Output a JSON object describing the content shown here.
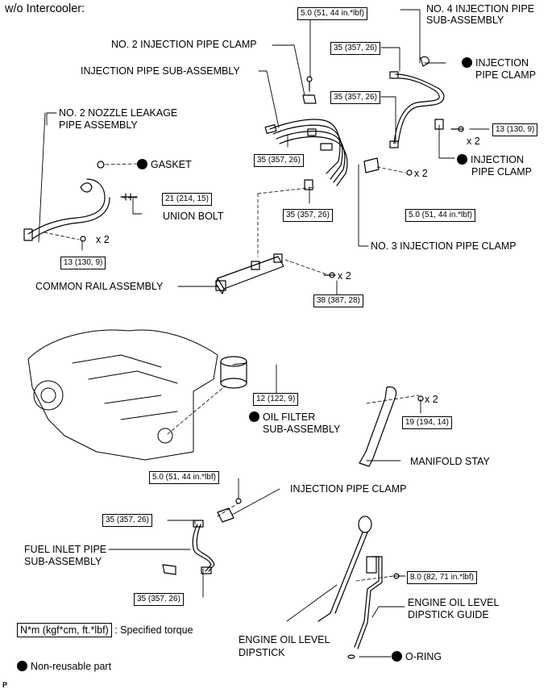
{
  "title": "w/o Intercooler:",
  "labels": {
    "no2_injection_pipe_clamp": "NO. 2 INJECTION PIPE CLAMP",
    "injection_pipe_subassembly": "INJECTION PIPE SUB-ASSEMBLY",
    "no4_injection_pipe_line1": "NO. 4 INJECTION PIPE",
    "no4_injection_pipe_line2": "SUB-ASSEMBLY",
    "injection_pipe_clamp_a_line1": "INJECTION",
    "injection_pipe_clamp_a_line2": "PIPE CLAMP",
    "injection_pipe_clamp_b_line1": "INJECTION",
    "injection_pipe_clamp_b_line2": "PIPE CLAMP",
    "no2_nozzle_leakage_line1": "NO. 2 NOZZLE LEAKAGE",
    "no2_nozzle_leakage_line2": "PIPE ASSEMBLY",
    "gasket": "GASKET",
    "union_bolt": "UNION BOLT",
    "common_rail": "COMMON RAIL ASSEMBLY",
    "no3_injection_pipe_clamp": "NO. 3 INJECTION PIPE CLAMP",
    "oil_filter_line1": "OIL FILTER",
    "oil_filter_line2": "SUB-ASSEMBLY",
    "manifold_stay": "MANIFOLD STAY",
    "injection_pipe_clamp_c": "INJECTION PIPE CLAMP",
    "fuel_inlet_line1": "FUEL INLET PIPE",
    "fuel_inlet_line2": "SUB-ASSEMBLY",
    "dipstick_guide_line1": "ENGINE OIL LEVEL",
    "dipstick_guide_line2": "DIPSTICK GUIDE",
    "dipstick_line1": "ENGINE OIL LEVEL",
    "dipstick_line2": "DIPSTICK",
    "o_ring": "O-RING"
  },
  "quantities": {
    "q1": "x 2",
    "q2": "x 2",
    "q3": "x 2",
    "q4": "x 2",
    "q5": "x 2"
  },
  "torques": {
    "t_clamp_no2": "5.0 (51, 44 in.*lbf)",
    "t_no4_upper": "35 (357, 26)",
    "t_no4_lower": "35 (357, 26)",
    "t_clamp_a": "13 (130, 9)",
    "t_inj_left": "35 (357, 26)",
    "t_inj_bottom": "35 (357, 26)",
    "t_clamp_no3": "5.0 (51, 44 in.*lbf)",
    "t_union_bolt": "21 (214, 15)",
    "t_nozzle": "13 (130, 9)",
    "t_common_rail": "38 (387, 28)",
    "t_oil_filter": "12 (122, 9)",
    "t_manifold_stay": "19 (194, 14)",
    "t_fuel_clamp": "5.0 (51, 44 in.*lbf)",
    "t_fuel_upper": "35 (357, 26)",
    "t_fuel_lower": "35 (357, 26)",
    "t_dipstick_guide": "8.0 (82, 71 in.*lbf)"
  },
  "legend": {
    "torque_box": "N*m (kgf*cm, ft.*lbf)",
    "torque_text": ": Specified torque",
    "nonreusable": "Non-reusable part"
  },
  "footer_mark": "P"
}
